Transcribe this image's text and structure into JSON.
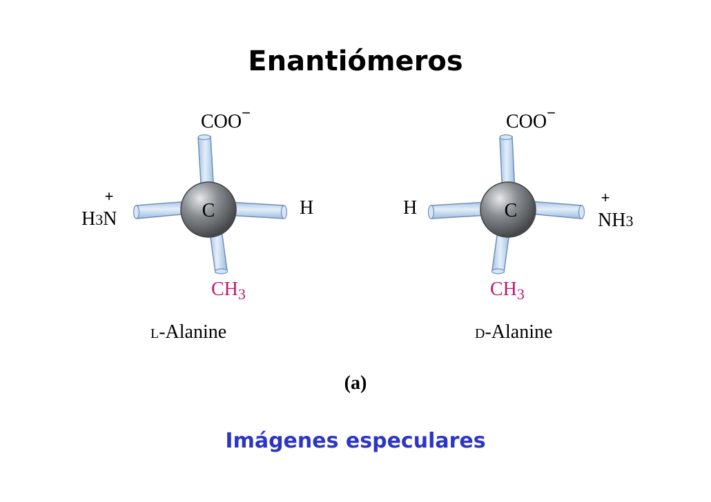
{
  "title": "Enantiómeros",
  "subtitle": "Imágenes especulares",
  "panel_label": "(a)",
  "colors": {
    "title": "#000000",
    "subtitle": "#2b35c6",
    "ch3": "#c2186f",
    "bond_fill": "#bcd6f0",
    "bond_stroke": "#6f8fb8",
    "carbon": "#7d8185"
  },
  "l_alanine": {
    "name_prefix": "L",
    "name_rest": "-Alanine",
    "top": {
      "main": "COO",
      "charge": "−"
    },
    "left": {
      "h": "H",
      "sub": "3",
      "n": "N",
      "charge": "+"
    },
    "right": "H",
    "center": "C",
    "bottom": {
      "main": "CH",
      "sub": "3"
    }
  },
  "d_alanine": {
    "name_prefix": "D",
    "name_rest": "-Alanine",
    "top": {
      "main": "COO",
      "charge": "−"
    },
    "left": "H",
    "right": {
      "n": "NH",
      "sub": "3",
      "charge": "+"
    },
    "center": "C",
    "bottom": {
      "main": "CH",
      "sub": "3"
    }
  }
}
